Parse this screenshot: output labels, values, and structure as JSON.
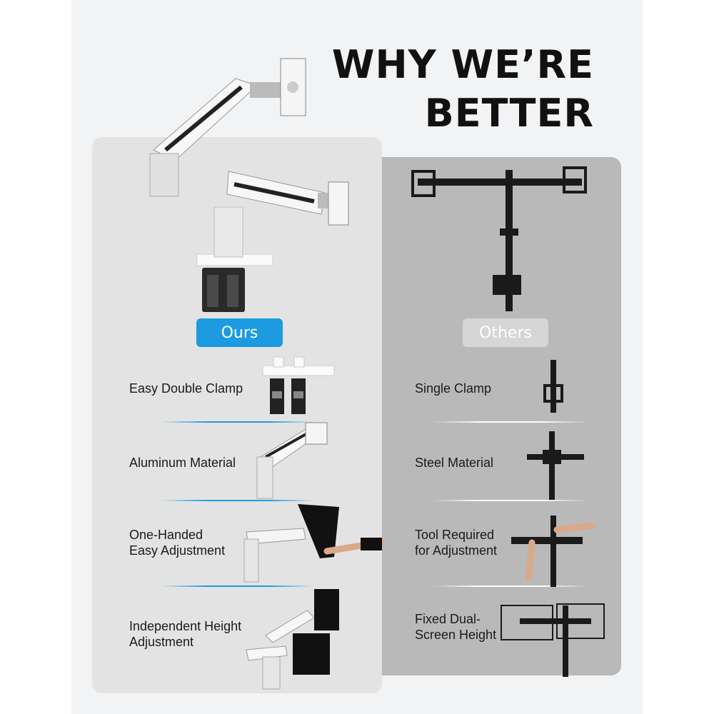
{
  "title": {
    "line1": "WHY WE’RE",
    "line2": "BETTER"
  },
  "badges": {
    "ours": "Ours",
    "others": "Others"
  },
  "ours_features": [
    {
      "label": "Easy Double Clamp"
    },
    {
      "label": "Aluminum Material"
    },
    {
      "label": "One-Handed\nEasy Adjustment"
    },
    {
      "label": "Independent Height\nAdjustment"
    }
  ],
  "others_features": [
    {
      "label": "Single Clamp"
    },
    {
      "label": "Steel Material"
    },
    {
      "label": "Tool Required\nfor Adjustment"
    },
    {
      "label": "Fixed Dual-\nScreen Height"
    }
  ],
  "colors": {
    "accent_blue": "#1c9be0",
    "ours_panel": "#e3e3e3",
    "others_panel": "#b9b9b9",
    "text": "#111111"
  }
}
